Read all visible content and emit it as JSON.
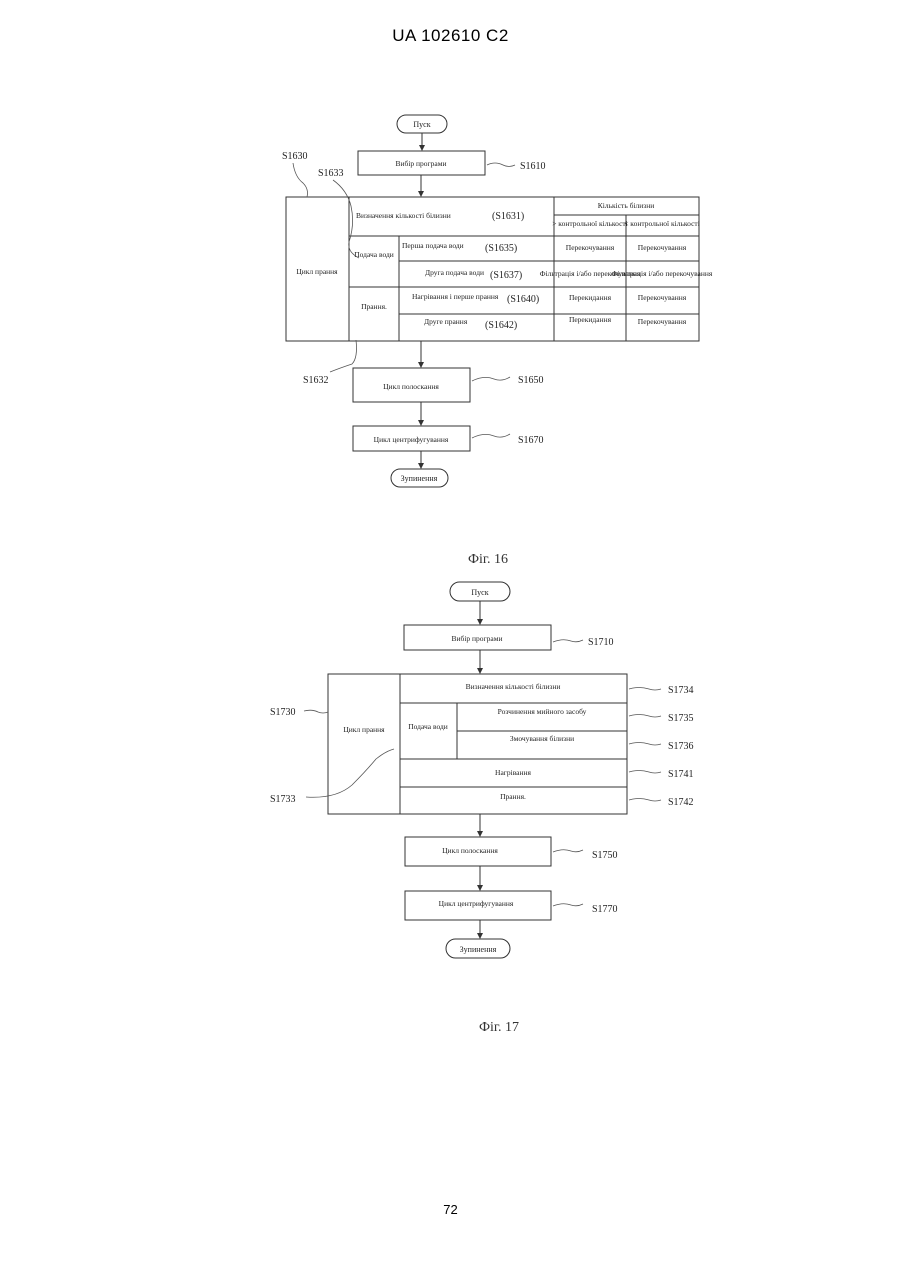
{
  "header": "UA   102610   C2",
  "page_number": "72",
  "fig16": {
    "caption": "Фіг. 16",
    "start": "Пуск",
    "select_program": "Вибір програми",
    "wash_cycle": "Цикл прання",
    "determine_amount": "Визначення кількості білизни",
    "water_supply": "Подача води",
    "first_water": "Перша подача води",
    "second_water": "Друга подача води",
    "washing": "Прання.",
    "heating_first_wash": "Нагрівання і перше прання",
    "second_wash": "Друге прання",
    "amount_header": "Кількість білизни",
    "more_than": "> контрольної кількості",
    "less_than": "< контрольної кількості",
    "cell_pump1": "Перекочування",
    "cell_pump2": "Перекочування",
    "cell_filter1": "Фільтрація і/або перекочування",
    "cell_filter2": "Фільтрація і/або перекочування",
    "cell_flip1": "Перекидання",
    "cell_pump3": "Перекочування",
    "cell_flip2": "Перекидання",
    "cell_pump4": "Перекочування",
    "rinse_cycle": "Цикл полоскання",
    "spin_cycle": "Цикл центрифугування",
    "stop": "Зупинення",
    "refs": {
      "s1610": "S1610",
      "s1630": "S1630",
      "s1633": "S1633",
      "s1631": "(S1631)",
      "s1635": "(S1635)",
      "s1637": "(S1637)",
      "s1640": "(S1640)",
      "s1642": "(S1642)",
      "s1632": "S1632",
      "s1650": "S1650",
      "s1670": "S1670"
    }
  },
  "fig17": {
    "caption": "Фіг. 17",
    "start": "Пуск",
    "select_program": "Вибір програми",
    "wash_cycle": "Цикл прання",
    "determine_amount": "Визначення кількості білизни",
    "water_supply": "Подача води",
    "dissolve_detergent": "Розчинення мийного засобу",
    "wet_laundry": "Змочування білизни",
    "heating": "Нагрівання",
    "washing": "Прання.",
    "rinse_cycle": "Цикл полоскання",
    "spin_cycle": "Цикл центрифугування",
    "stop": "Зупинення",
    "refs": {
      "s1710": "S1710",
      "s1730": "S1730",
      "s1733": "S1733",
      "s1734": "S1734",
      "s1735": "S1735",
      "s1736": "S1736",
      "s1741": "S1741",
      "s1742": "S1742",
      "s1750": "S1750",
      "s1770": "S1770"
    }
  }
}
